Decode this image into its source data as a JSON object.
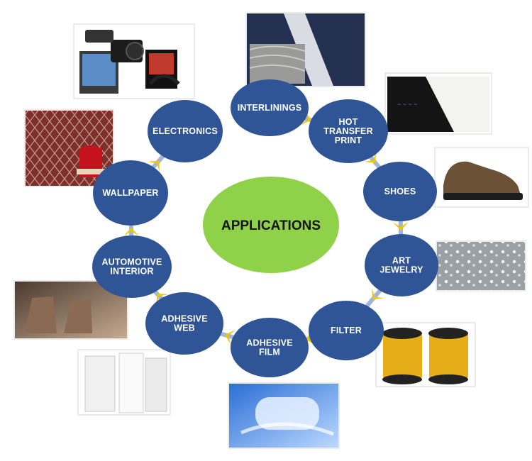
{
  "center": {
    "label": "APPLICATIONS"
  },
  "nodes": [
    {
      "key": "interlinings",
      "lines": [
        "INTERLININGS"
      ]
    },
    {
      "key": "hot-transfer-print",
      "lines": [
        "HOT",
        "TRANSFER",
        "PRINT"
      ]
    },
    {
      "key": "shoes",
      "lines": [
        "SHOES"
      ]
    },
    {
      "key": "art-jewelry",
      "lines": [
        "ART",
        "JEWELRY"
      ]
    },
    {
      "key": "filter",
      "lines": [
        "FILTER"
      ]
    },
    {
      "key": "adhesive-film",
      "lines": [
        "ADHESIVE",
        "FILM"
      ]
    },
    {
      "key": "adhesive-web",
      "lines": [
        "ADHESIVE",
        "WEB"
      ]
    },
    {
      "key": "automotive-interior",
      "lines": [
        "AUTOMOTIVE",
        "INTERIOR"
      ]
    },
    {
      "key": "wallpaper",
      "lines": [
        "WALLPAPER"
      ]
    },
    {
      "key": "electronics",
      "lines": [
        "ELECTRONICS"
      ]
    }
  ],
  "colors": {
    "node_fill": "#2f5597",
    "center_fill": "#8fd24a",
    "arrow": "#f2c500",
    "connector": "#9fb6d8"
  }
}
